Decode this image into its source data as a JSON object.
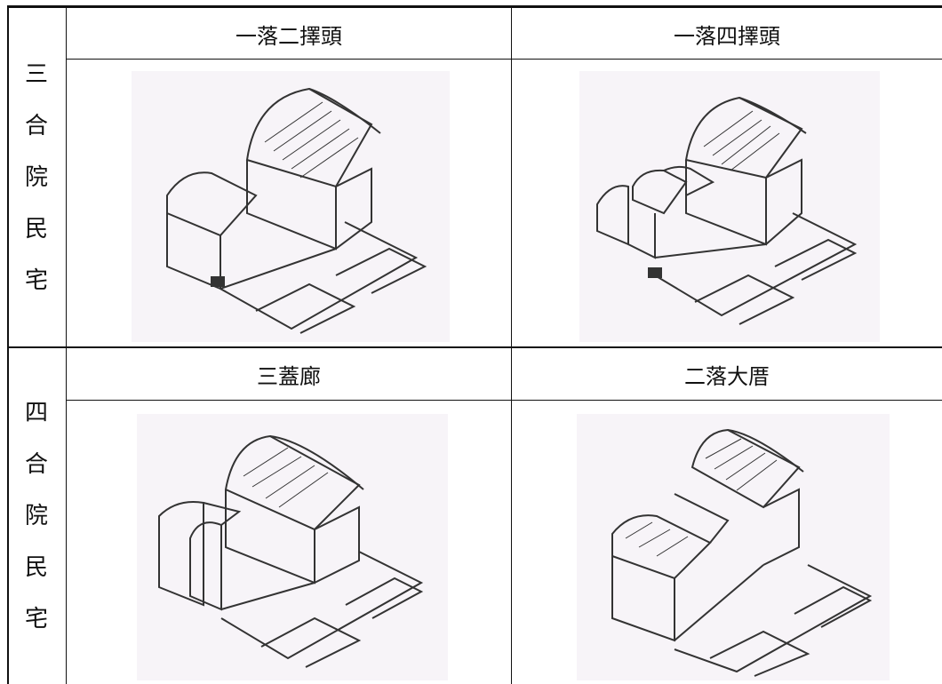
{
  "row1": {
    "category_chars": [
      "三",
      "合",
      "院",
      "民",
      "宅"
    ],
    "left_title": "一落二擇頭",
    "right_title": "一落四擇頭"
  },
  "row2": {
    "category_chars": [
      "四",
      "合",
      "院",
      "民",
      "宅"
    ],
    "left_title": "三蓋廊",
    "right_title": "二落大厝"
  },
  "colors": {
    "line": "#111111",
    "paper": "#f7f4f8",
    "ink": "#333333"
  }
}
